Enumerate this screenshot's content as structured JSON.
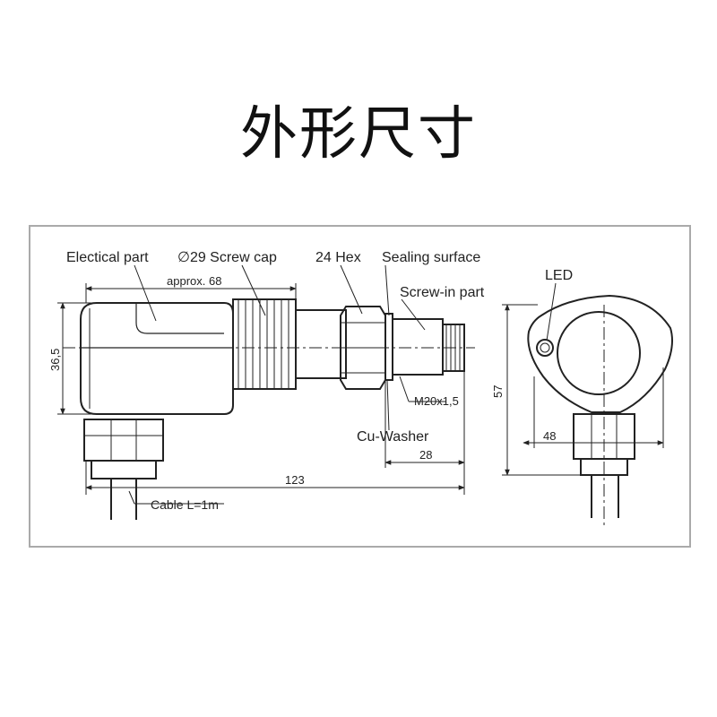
{
  "title": "外形尺寸",
  "callouts": {
    "electrical_part": "Electical part",
    "screw_cap": "∅29 Screw cap",
    "hex": "24 Hex",
    "sealing_surface": "Sealing surface",
    "screw_in_part": "Screw-in part",
    "led": "LED",
    "thread": "M20x1,5",
    "cu_washer": "Cu-Washer",
    "cable": "Cable L=1m"
  },
  "dimensions": {
    "approx_length": "approx. 68",
    "height": "36,5",
    "total_length": "123",
    "thread_length": "28",
    "side_height": "57",
    "side_width": "48"
  }
}
